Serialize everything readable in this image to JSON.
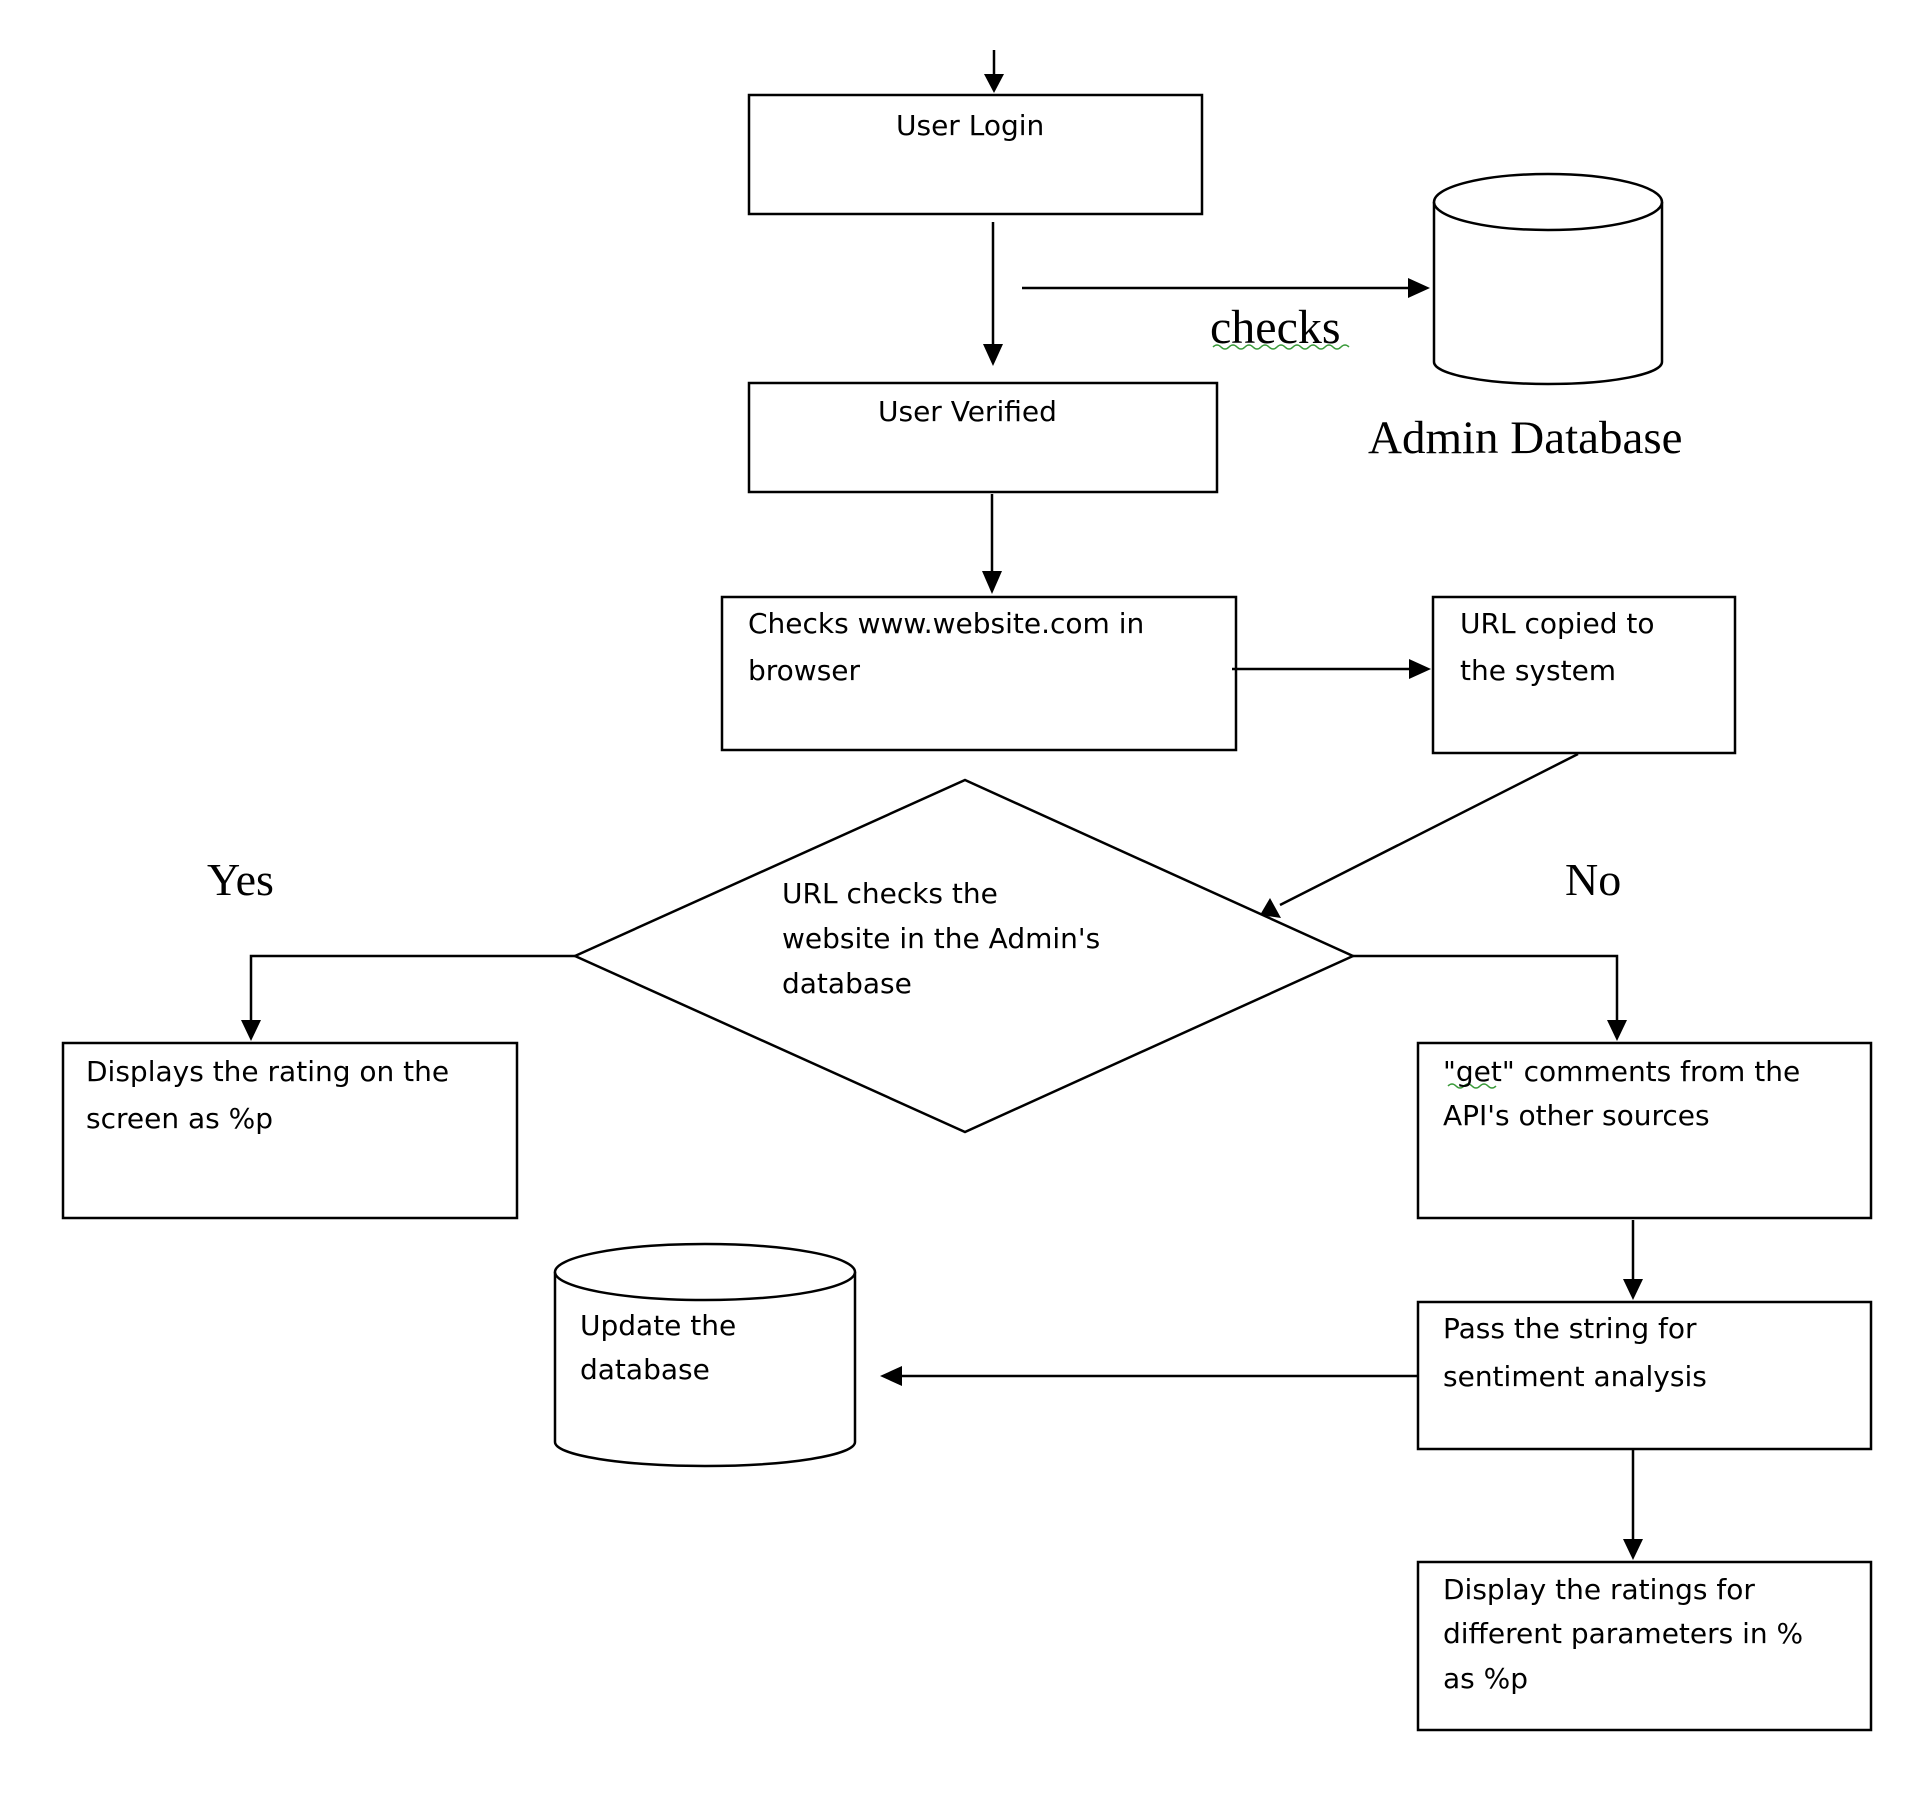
{
  "diagram": {
    "nodes": {
      "user_login": "User Login",
      "user_verified": "User Verified",
      "admin_database": "Admin Database",
      "checks_browser": [
        "Checks www.website.com in",
        "browser"
      ],
      "url_copied": [
        "URL copied to",
        "the system"
      ],
      "decision": [
        "URL checks the",
        "website in the Admin's",
        "database"
      ],
      "displays_rating": [
        "Displays the rating on the",
        "screen as %p"
      ],
      "get_comments": [
        "\"get\" comments from the",
        "API's other sources"
      ],
      "update_db": [
        "Update the",
        "database"
      ],
      "pass_string": [
        "Pass the string for",
        "sentiment analysis"
      ],
      "display_ratings": [
        "Display the ratings for",
        "different parameters in %",
        "as %p"
      ]
    },
    "edge_labels": {
      "checks": "checks",
      "yes": "Yes",
      "no": "No"
    }
  },
  "colors": {
    "stroke": "#000000",
    "background": "#ffffff",
    "spellcheck_underline": "#3a9a3a"
  }
}
